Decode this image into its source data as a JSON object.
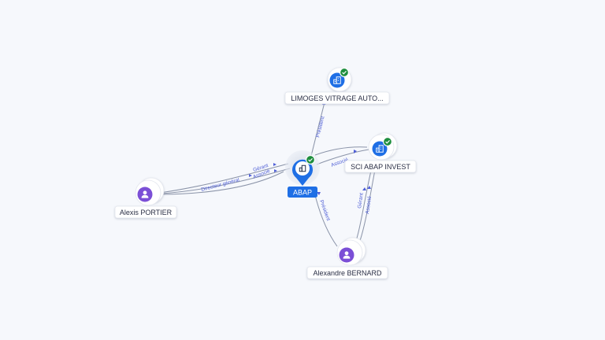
{
  "nodes": {
    "abap": {
      "label": "ABAP",
      "kind": "company",
      "verified": true,
      "focus": true
    },
    "limoges": {
      "label": "LIMOGES VITRAGE AUTO...",
      "kind": "company",
      "verified": true
    },
    "sci": {
      "label": "SCI ABAP INVEST",
      "kind": "company",
      "verified": true
    },
    "alexis": {
      "label": "Alexis PORTIER",
      "kind": "person"
    },
    "alexandre": {
      "label": "Alexandre BERNARD",
      "kind": "person"
    }
  },
  "edges": {
    "abap_limoges": "Président",
    "alexis_gerant": "Gérant",
    "alexis_associe": "Associé",
    "alexis_directeur": "Directeur général",
    "abap_sci": "Associé",
    "alexandre_abap": "Président",
    "alexandre_gerant": "Gérant",
    "alexandre_associe": "Associé"
  },
  "colors": {
    "background": "#f6f8fc",
    "company": "#1f6fe5",
    "person": "#7b4fd6",
    "verified": "#1e8e3e",
    "edge": "#8a93a8",
    "edge_label": "#4f5fd6"
  },
  "icons": {
    "company": "building-icon",
    "person": "person-icon",
    "verified": "check-badge-icon"
  }
}
